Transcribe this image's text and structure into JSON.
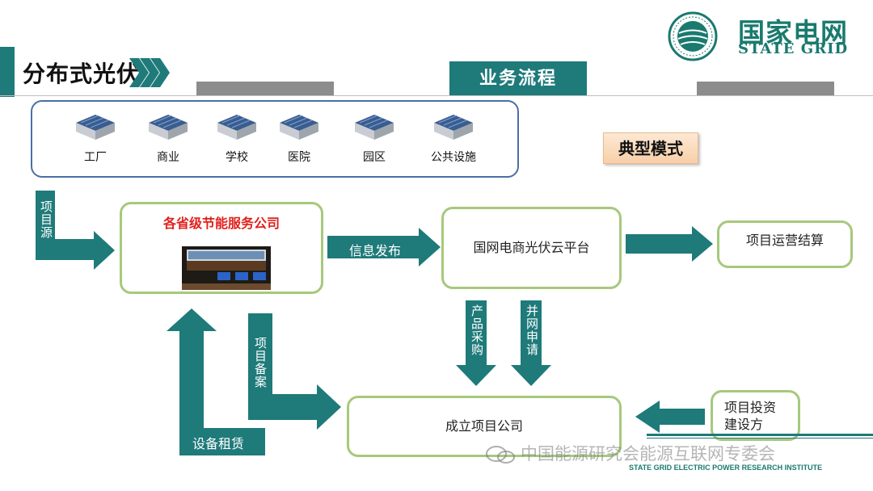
{
  "header": {
    "title": "分布式光伏",
    "section_tab": "业务流程"
  },
  "logo": {
    "cn": "国家电网",
    "en": "STATE GRID"
  },
  "customers": [
    {
      "label": "工厂"
    },
    {
      "label": "商业"
    },
    {
      "label": "学校"
    },
    {
      "label": "医院"
    },
    {
      "label": "园区"
    },
    {
      "label": "公共设施"
    }
  ],
  "badge": "典型模式",
  "nodes": {
    "company": "各省级节能服务公司",
    "platform": "国网电商光伏云平台",
    "settlement": "项目运营结算",
    "project_company": "成立项目公司",
    "investment_line1": "项目投资",
    "investment_line2": "建设方"
  },
  "arrows": {
    "project_source": "项目源",
    "info_release": "信息发布",
    "product_purchase": "产品采购",
    "grid_application": "并网申请",
    "project_filing": "项目备案",
    "equipment_leasing": "设备租赁"
  },
  "footer": {
    "institute": "STATE GRID ELECTRIC POWER RESEARCH INSTITUTE",
    "watermark": "中国能源研究会能源互联网专委会"
  },
  "colors": {
    "teal": "#1f7a7a",
    "green_border": "#a6c97c",
    "blue_border": "#4a6fa5",
    "highlight_red": "#e0201d"
  }
}
